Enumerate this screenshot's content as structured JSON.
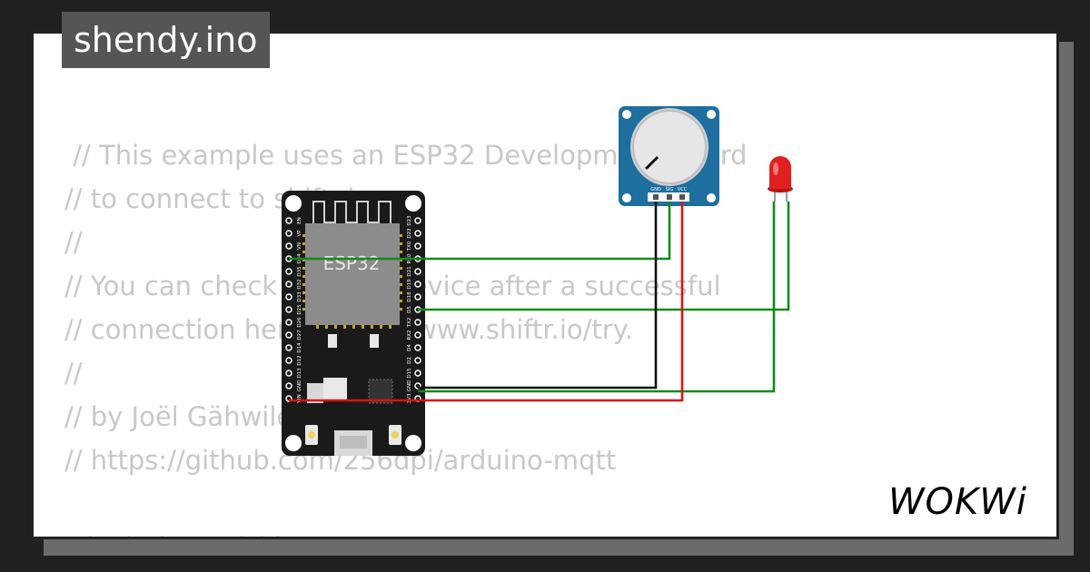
{
  "project": {
    "title": "shendy.ino"
  },
  "code_lines": [
    " // This example uses an ESP32 Development Board",
    "// to connect to shiftr.io.",
    "//",
    "// You can check on your device after a successful",
    "// connection here: https://www.shiftr.io/try.",
    "//",
    "// by Joël Gähwiler",
    "// https://github.com/256dpi/arduino-mqtt",
    "",
    "#include <WiFi.h>"
  ],
  "esp32": {
    "chip_label": "ESP32",
    "pins_left": [
      "EN",
      "VP",
      "VN",
      "D34",
      "D35",
      "D32",
      "D33",
      "D25",
      "D26",
      "D27",
      "D14",
      "D12",
      "D13",
      "GND",
      "VIN"
    ],
    "pins_right": [
      "D23",
      "D22",
      "TX0",
      "RX0",
      "D21",
      "D19",
      "D18",
      "D5",
      "TX2",
      "RX2",
      "D4",
      "D2",
      "D15",
      "GND",
      "3V3"
    ]
  },
  "potentiometer": {
    "pin_labels": [
      "GND",
      "SIG",
      "VCC"
    ]
  },
  "led": {
    "color": "#e02020"
  },
  "colors": {
    "board_dark": "#1a1a1a",
    "chip": "#8c8c8c",
    "pot_pcb": "#1e6fa0",
    "wire_green": "#118a1e",
    "wire_red": "#dd1111",
    "wire_black": "#111111"
  },
  "brand": {
    "logo_text": "WOKWi"
  }
}
